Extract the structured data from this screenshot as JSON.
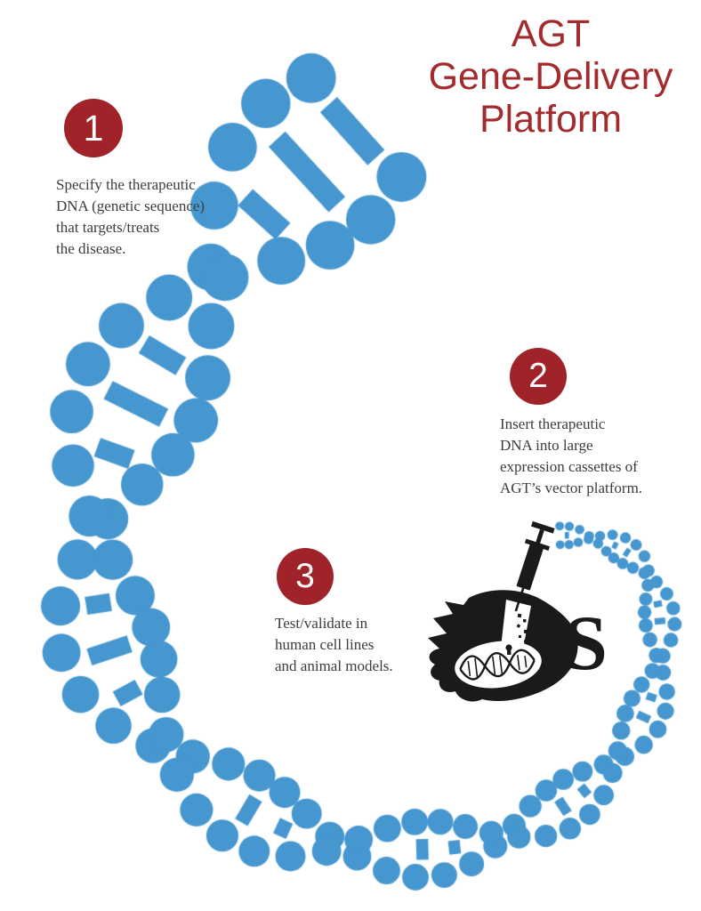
{
  "title": {
    "text": "AGT\nGene-Delivery\nPlatform"
  },
  "steps": [
    {
      "number": "1",
      "description": "Specify the therapeutic\nDNA (genetic sequence)\nthat targets/treats\nthe disease."
    },
    {
      "number": "2",
      "description": "Insert therapeutic\nDNA into large\nexpression cassettes of\nAGT’s vector platform."
    },
    {
      "number": "3",
      "description": "Test/validate in\nhuman cell lines\nand animal models."
    }
  ],
  "illustration": {
    "label": "cat-with-syringe-and-dna",
    "tail_glyph": "S"
  },
  "colors": {
    "helix_blue": "#4697D0",
    "badge_red": "#9F2328",
    "title_red": "#A32B2D",
    "body_text": "#3C3C3C",
    "illustration_black": "#1A1A1A",
    "background": "#FFFFFF"
  }
}
